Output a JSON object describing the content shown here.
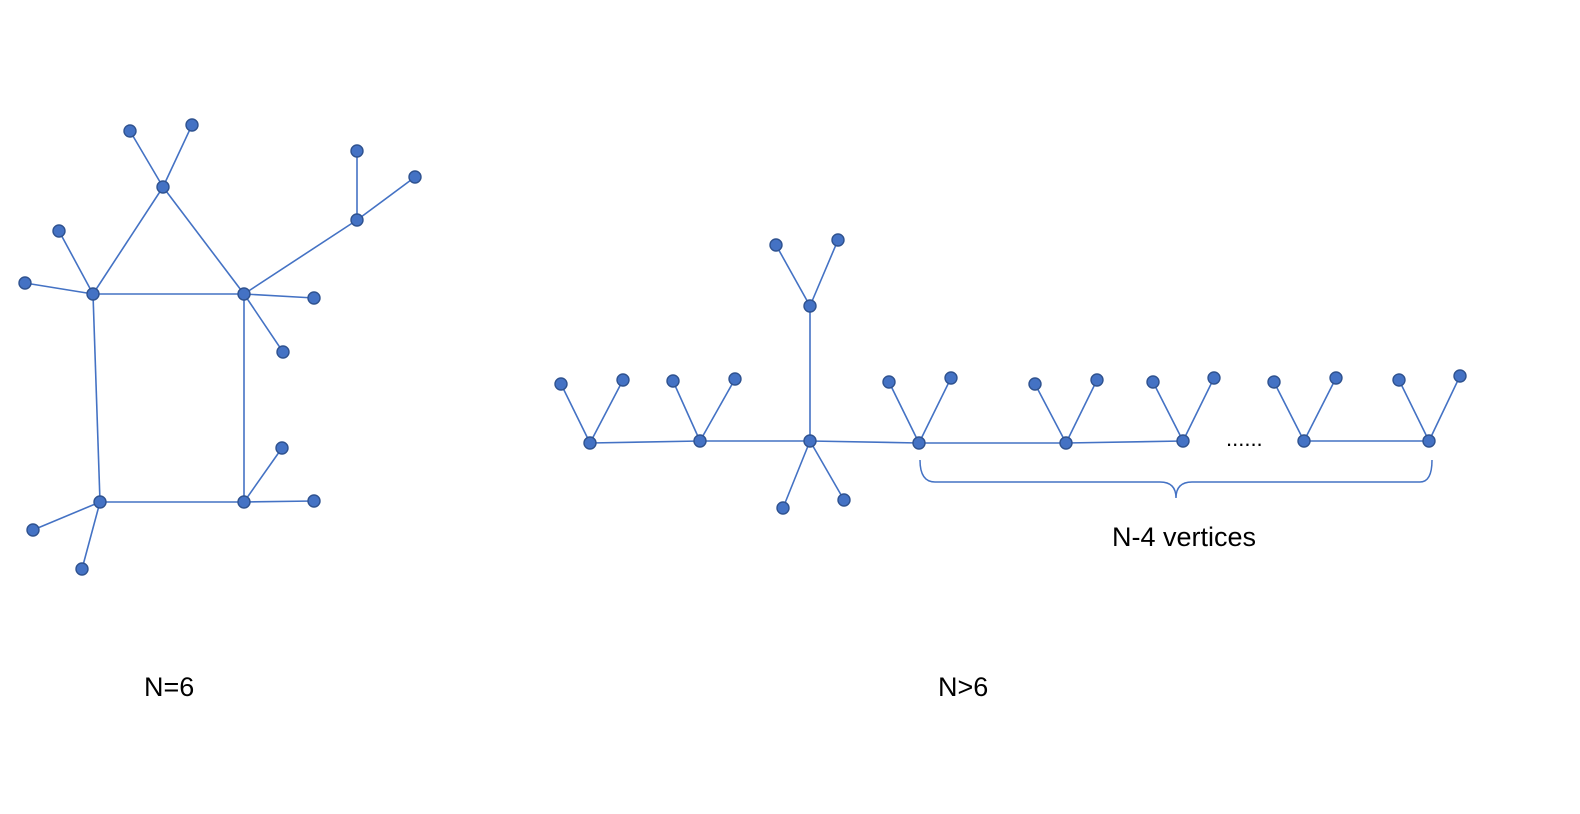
{
  "colors": {
    "edge": "#4472C4",
    "node": "#4472C4",
    "node_outline": "#2F528F",
    "text": "#000000"
  },
  "left_graph": {
    "caption": "N=6"
  },
  "right_graph": {
    "caption": "N>6",
    "ellipsis": "......",
    "brace_label": "N-4 vertices"
  }
}
